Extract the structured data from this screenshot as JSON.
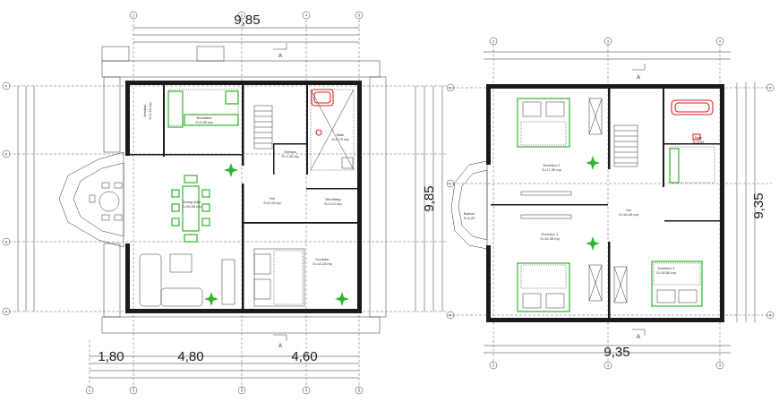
{
  "plans": {
    "ground": {
      "top_dimension": "9,85",
      "right_dimension": "9,85",
      "bottom_dimensions": [
        "1,80",
        "4,80",
        "4,60"
      ],
      "section_label": "A",
      "axes_top": [
        "2",
        "3",
        "4",
        "5"
      ],
      "axes_left": [
        "F",
        "E",
        "B",
        "A"
      ],
      "axes_bottom": [
        "1",
        "2",
        "3",
        "4",
        "5"
      ],
      "rooms": [
        {
          "name": "Vestibul",
          "area": "S=2,50 mp"
        },
        {
          "name": "Bucatarie",
          "area": "S=5,55 mp"
        },
        {
          "name": "Baie",
          "area": "S=5,70 mp"
        },
        {
          "name": "Debara",
          "area": "S=1,40 mp"
        },
        {
          "name": "Dining area",
          "area": "S=28,05 mp"
        },
        {
          "name": "Hol",
          "area": "S=6,33 mp"
        },
        {
          "name": "Windfang",
          "area": "S=3,21 mp"
        },
        {
          "name": "Dormitor",
          "area": "S=14,23 mp"
        }
      ]
    },
    "upper": {
      "bottom_dimension": "9,35",
      "right_dimension": "9,35",
      "section_label": "A",
      "axes_top": [
        "2",
        "3",
        "4"
      ],
      "axes_left": [
        "D",
        "C",
        "A"
      ],
      "axes_right": [
        "F",
        "A"
      ],
      "axes_bottom": [
        "2",
        "3",
        "4"
      ],
      "rooms": [
        {
          "name": "Dormitor 2",
          "area": "S=17,35 mp"
        },
        {
          "name": "Dormitor 1",
          "area": "S=16,35 mp"
        },
        {
          "name": "Dormitor 3",
          "area": "S=18,80 mp"
        },
        {
          "name": "Hol",
          "area": "S=16,45 mp"
        },
        {
          "name": "Balcon",
          "area": "S=5,20"
        },
        {
          "name": "Baie",
          "area": "S=5,52"
        }
      ]
    }
  },
  "colors": {
    "walls": "#1a1a1a",
    "furniture": "#2db52d",
    "bathtub": "#e01e1e",
    "lines": "#333333"
  }
}
